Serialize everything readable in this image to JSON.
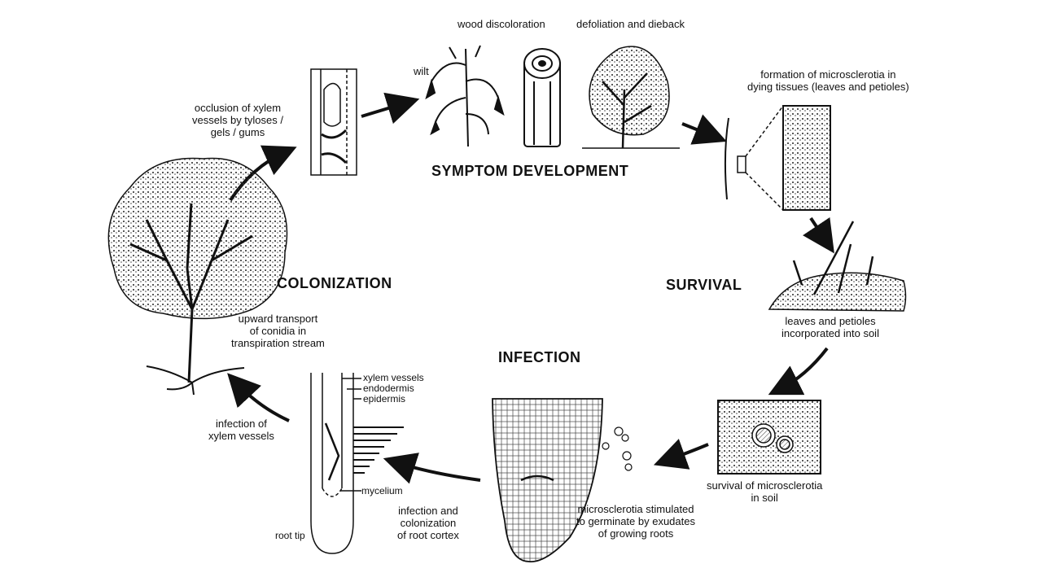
{
  "stages": {
    "symptom": "SYMPTOM DEVELOPMENT",
    "survival": "SURVIVAL",
    "infection": "INFECTION",
    "colonization": "COLONIZATION"
  },
  "labels": {
    "wood_discoloration": "wood discoloration",
    "defoliation": "defoliation and dieback",
    "wilt": "wilt",
    "occlusion": "occlusion of xylem\nvessels by tyloses /\ngels / gums",
    "microsclerotia_formation": "formation of microsclerotia in\ndying tissues (leaves and petioles)",
    "leaves_soil": "leaves and petioles\nincorporated into soil",
    "survival_microsclerotia": "survival of microsclerotia\nin soil",
    "stimulated": "microsclerotia stimulated\nto germinate by exudates\nof growing roots",
    "root_cortex": "infection and\ncolonization\nof root cortex",
    "xylem_vessels": "xylem vessels",
    "endodermis": "endodermis",
    "epidermis": "epidermis",
    "mycelium": "mycelium",
    "root_tip": "root tip",
    "infection_xylem": "infection of\nxylem vessels",
    "upward_transport": "upward transport\nof conidia in\ntranspiration stream"
  }
}
